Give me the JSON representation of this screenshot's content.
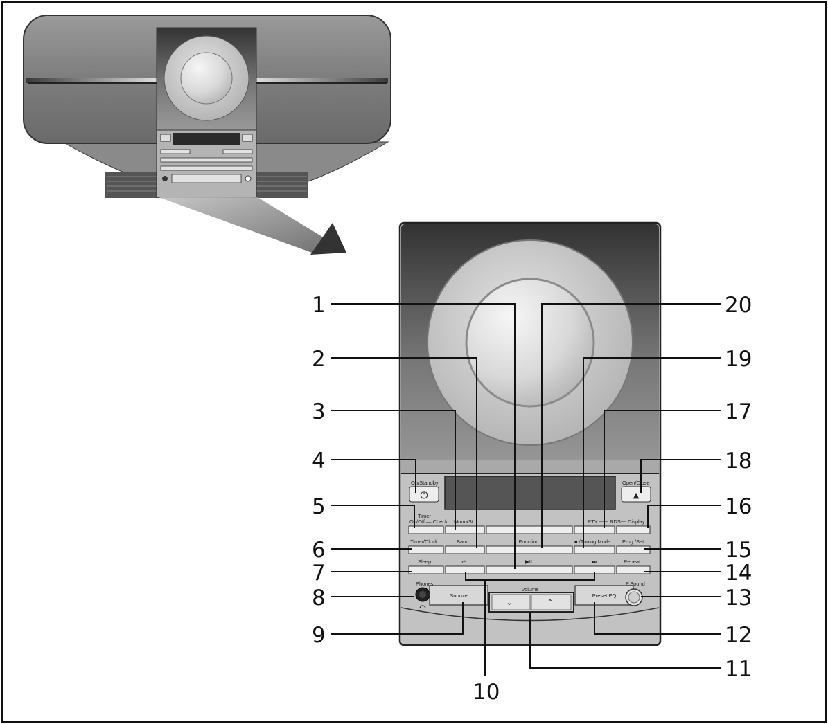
{
  "callouts": [
    "1",
    "2",
    "3",
    "4",
    "5",
    "6",
    "7",
    "8",
    "9",
    "10",
    "11",
    "12",
    "13",
    "14",
    "15",
    "16",
    "17",
    "18",
    "19",
    "20"
  ],
  "labels": {
    "on_standby": "On/Standby",
    "timer": "Timer",
    "onoff_check": "On/Off — Check",
    "mono_st": "Mono/St",
    "pty": "PTY",
    "rds": "RDS",
    "display": "Display",
    "timer_clock": "Timer/Clock",
    "band": "Band",
    "function": "Function",
    "tuning_mode": "■ /Tuning Mode",
    "prog_set": "Prog./Set",
    "sleep": "Sleep",
    "prev": "⏮",
    "play_pause": "▶II",
    "next": "⏭",
    "repeat": "Repeat",
    "phones": "Phones",
    "snooze": "Snooze",
    "volume": "Volume",
    "vol_down": "⌄",
    "vol_up": "⌃",
    "preset_eq": "Preset EQ",
    "p_sound": "P.Sound",
    "open_close": "Open/Close",
    "power_symbol": "⏻",
    "eject_symbol": "▲"
  },
  "colors": {
    "body_top": "#3e3e3e",
    "body_mid": "#8e8e8e",
    "panel": "#c4c4c4",
    "display_window": "#555555"
  }
}
